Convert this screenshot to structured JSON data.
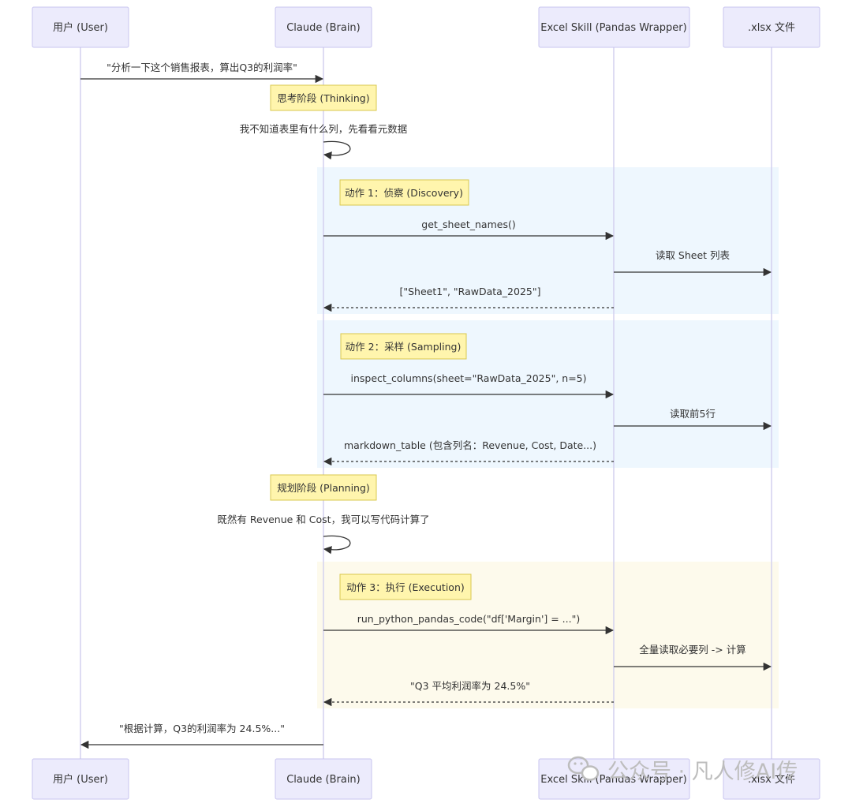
{
  "participants": [
    {
      "id": "user",
      "label": "用户 (User)"
    },
    {
      "id": "brain",
      "label": "Claude (Brain)"
    },
    {
      "id": "skill",
      "label": "Excel Skill (Pandas Wrapper)"
    },
    {
      "id": "file",
      "label": ".xlsx 文件"
    }
  ],
  "messages": [
    {
      "id": "m1",
      "from": "user",
      "to": "brain",
      "style": "solid",
      "label": "\"分析一下这个销售报表，算出Q3的利润率\""
    },
    {
      "id": "m2",
      "from": "brain",
      "to": "brain",
      "style": "self",
      "label": "我不知道表里有什么列，先看看元数据"
    },
    {
      "id": "m3",
      "from": "brain",
      "to": "skill",
      "style": "solid",
      "label": "get_sheet_names()"
    },
    {
      "id": "m4",
      "from": "skill",
      "to": "file",
      "style": "solid",
      "label": "读取 Sheet 列表"
    },
    {
      "id": "m5",
      "from": "skill",
      "to": "brain",
      "style": "dashed",
      "label": "[\"Sheet1\", \"RawData_2025\"]"
    },
    {
      "id": "m6",
      "from": "brain",
      "to": "skill",
      "style": "solid",
      "label": "inspect_columns(sheet=\"RawData_2025\", n=5)"
    },
    {
      "id": "m7",
      "from": "skill",
      "to": "file",
      "style": "solid",
      "label": "读取前5行"
    },
    {
      "id": "m8",
      "from": "skill",
      "to": "brain",
      "style": "dashed",
      "label": "markdown_table (包含列名：Revenue, Cost, Date...)"
    },
    {
      "id": "m9",
      "from": "brain",
      "to": "brain",
      "style": "self",
      "label": "既然有 Revenue 和 Cost，我可以写代码计算了"
    },
    {
      "id": "m10",
      "from": "brain",
      "to": "skill",
      "style": "solid",
      "label": "run_python_pandas_code(\"df['Margin'] = ...\")"
    },
    {
      "id": "m11",
      "from": "skill",
      "to": "file",
      "style": "solid",
      "label": "全量读取必要列 -> 计算"
    },
    {
      "id": "m12",
      "from": "skill",
      "to": "brain",
      "style": "dashed",
      "label": "\"Q3 平均利润率为 24.5%\""
    },
    {
      "id": "m13",
      "from": "brain",
      "to": "user",
      "style": "solid",
      "label": "\"根据计算，Q3的利润率为 24.5%...\""
    }
  ],
  "notes": [
    {
      "id": "n1",
      "label": "思考阶段 (Thinking)"
    },
    {
      "id": "n2",
      "label": "动作 1：侦察 (Discovery)"
    },
    {
      "id": "n3",
      "label": "动作 2：采样 (Sampling)"
    },
    {
      "id": "n4",
      "label": "规划阶段 (Planning)"
    },
    {
      "id": "n5",
      "label": "动作 3：执行 (Execution)"
    }
  ],
  "regions": [
    {
      "id": "r1",
      "color": "#eef7fe"
    },
    {
      "id": "r2",
      "color": "#eef7fe"
    },
    {
      "id": "r3",
      "color": "#fdfaec"
    }
  ],
  "colors": {
    "participant_fill": "#ecebfc",
    "participant_stroke": "#c8c4ef",
    "lifeline": "#d4d1ef",
    "note_fill": "#fff5ad",
    "note_stroke": "#d9c84f",
    "arrow": "#333333"
  },
  "watermark": {
    "icon": "wechat-icon",
    "text": "公众号 · 凡人修AI传"
  }
}
